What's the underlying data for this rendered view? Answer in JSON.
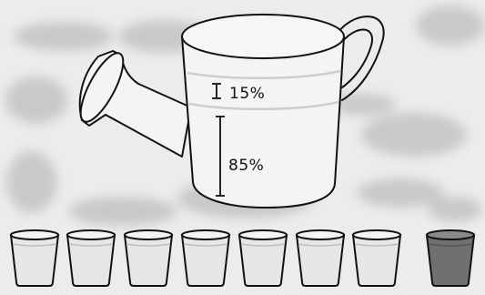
{
  "can": {
    "label_small": "15%",
    "label_large": "85%",
    "fill_fraction_small": 0.15,
    "fill_fraction_large": 0.85
  },
  "cups": {
    "count": 8,
    "items": [
      {
        "state": "light"
      },
      {
        "state": "light"
      },
      {
        "state": "light"
      },
      {
        "state": "light"
      },
      {
        "state": "light"
      },
      {
        "state": "light"
      },
      {
        "state": "light"
      },
      {
        "state": "dark"
      }
    ]
  },
  "colors": {
    "background": "#ececec",
    "cloud": "#c8c8c8",
    "outline": "#111111",
    "can_fill": "#f4f4f4",
    "band": "#d9d9d9",
    "cup_light": "#e6e6e6",
    "cup_dark": "#707070"
  }
}
